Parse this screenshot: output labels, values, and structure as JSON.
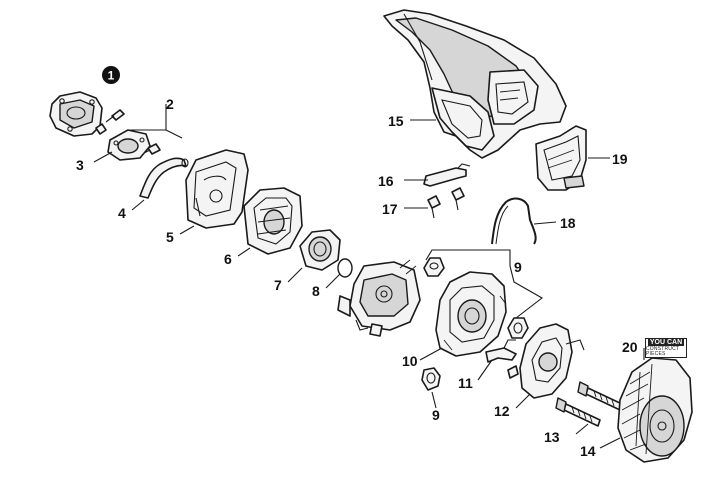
{
  "badge": {
    "number": "1"
  },
  "callouts": [
    {
      "id": "c2",
      "text": "2"
    },
    {
      "id": "c3",
      "text": "3"
    },
    {
      "id": "c4",
      "text": "4"
    },
    {
      "id": "c5",
      "text": "5"
    },
    {
      "id": "c6",
      "text": "6"
    },
    {
      "id": "c7",
      "text": "7"
    },
    {
      "id": "c8",
      "text": "8"
    },
    {
      "id": "c9a",
      "text": "9"
    },
    {
      "id": "c9b",
      "text": "9"
    },
    {
      "id": "c10",
      "text": "10"
    },
    {
      "id": "c11",
      "text": "11"
    },
    {
      "id": "c12",
      "text": "12"
    },
    {
      "id": "c13",
      "text": "13"
    },
    {
      "id": "c14",
      "text": "14"
    },
    {
      "id": "c15",
      "text": "15"
    },
    {
      "id": "c16",
      "text": "16"
    },
    {
      "id": "c17",
      "text": "17"
    },
    {
      "id": "c18",
      "text": "18"
    },
    {
      "id": "c19",
      "text": "19"
    },
    {
      "id": "c20",
      "text": "20"
    }
  ],
  "logo": {
    "line1": "YOU CAN",
    "line2": "CONSTRUCT PIECES"
  }
}
